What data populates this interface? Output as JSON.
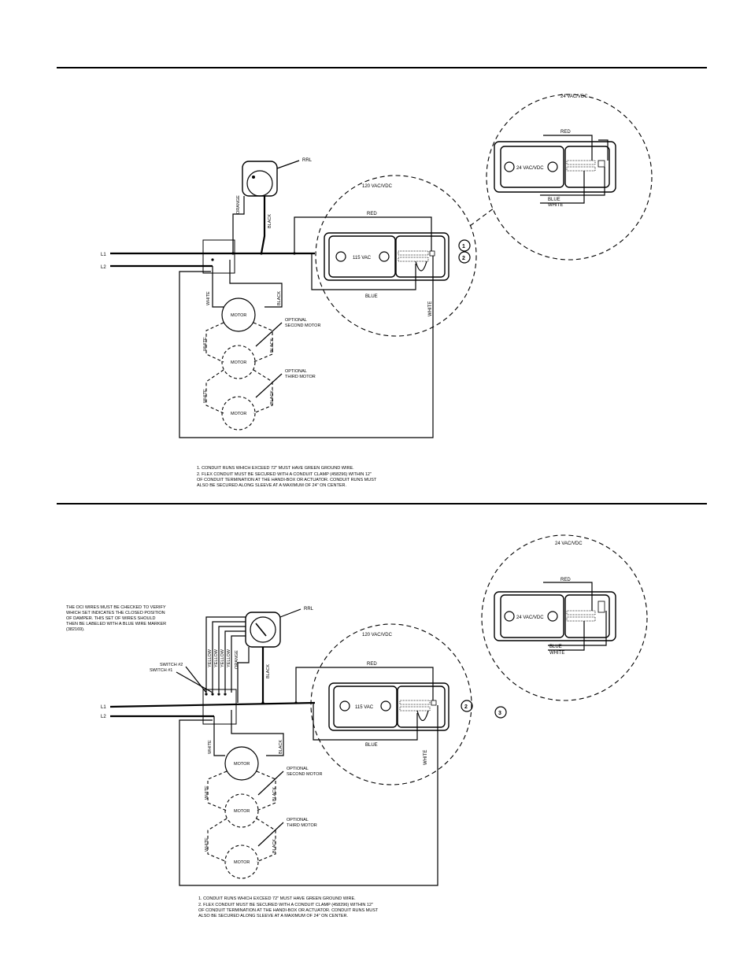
{
  "top_diagram": {
    "inset_voltage": "24 VAC/VDC",
    "inset_red": "RED",
    "inset_box_label": "24 VAC/VDC",
    "inset_blue": "BLUE",
    "inset_white": "WHITE",
    "rrl": "RRL",
    "orange": "ORANGE",
    "black": "BLACK",
    "l1": "L1",
    "l2": "L2",
    "main_voltage": "120 VAC/VDC",
    "red": "RED",
    "box_label": "115 VAC",
    "blue": "BLUE",
    "white": "WHITE",
    "callout_1": "1",
    "callout_2": "2",
    "motor": "MOTOR",
    "optional": "OPTIONAL",
    "second_motor": "SECOND MOTOR",
    "third_motor": "THIRD MOTOR",
    "notes": [
      "1. CONDUIT RUNS WHICH EXCEED 72\" MUST HAVE GREEN GROUND WIRE.",
      "2. FLEX CONDUIT MUST BE SECURED WITH A CONDUIT CLAMP (458296) WITHIN 12\"",
      "OF CONDUIT TERMINATION AT THE HANDI-BOX OR ACTUATOR. CONDUIT RUNS MUST",
      "ALSO BE SECURED ALONG SLEEVE AT A MAXIMUM OF 24\" ON CENTER."
    ]
  },
  "bottom_diagram": {
    "inset_voltage": "24 VAC/VDC",
    "inset_red": "RED",
    "inset_box_label": "24 VAC/VDC",
    "inset_blue": "BLUE",
    "inset_white": "WHITE",
    "oci_note": [
      "THE OCI WIRES MUST BE CHECKED TO VERIFY",
      "WHICH SET INDICATES THE CLOSED POSITION",
      "OF DAMPER. THIS SET OF WIRES SHOULD",
      "THEN BE LABELED WITH A BLUE WIRE MARKER",
      "(382169)."
    ],
    "rrl": "RRL",
    "switch_2": "SWITCH #2",
    "switch_1": "SWITCH #1",
    "yellow": "YELLOW",
    "orange": "ORANGE",
    "black": "BLACK",
    "l1": "L1",
    "l2": "L2",
    "main_voltage": "120 VAC/VDC",
    "red": "RED",
    "box_label": "115 VAC",
    "blue": "BLUE",
    "white": "WHITE",
    "callout_2": "2",
    "callout_3": "3",
    "motor": "MOTOR",
    "optional": "OPTIONAL",
    "second_motor": "SECOND MOTOR",
    "third_motor": "THIRD MOTOR",
    "notes": [
      "1. CONDUIT RUNS WHICH EXCEED 72\" MUST HAVE GREEN GROUND WIRE.",
      "2. FLEX CONDUIT MUST BE SECURED WITH A CONDUIT CLAMP (458296) WITHIN 12\"",
      "OF CONDUIT TERMINATION AT THE HANDI-BOX OR ACTUATOR. CONDUIT RUNS MUST",
      "ALSO BE SECURED ALONG SLEEVE AT A MAXIMUM OF 24\" ON CENTER."
    ]
  }
}
